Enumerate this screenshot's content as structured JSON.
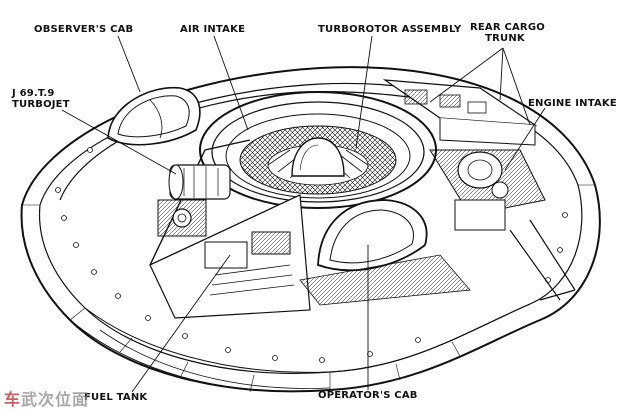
{
  "labels": {
    "observers_cab": "OBSERVER'S CAB",
    "air_intake": "AIR INTAKE",
    "turborotor": "TURBOROTOR ASSEMBLY",
    "rear_cargo_1": "REAR CARGO",
    "rear_cargo_2": "TRUNK",
    "turbojet_1": "J 69.T.9",
    "turbojet_2": "TURBOJET",
    "engine_intake": "ENGINE INTAKE",
    "fuel_tank": "FUEL TANK",
    "operators_cab": "OPERATOR'S CAB"
  },
  "watermark": {
    "highlight": "车",
    "rest": "武次位面"
  },
  "colors": {
    "ink": "#111111",
    "paper": "#ffffff",
    "watermark": "#8a8a8a",
    "watermark_accent": "#b03030"
  }
}
